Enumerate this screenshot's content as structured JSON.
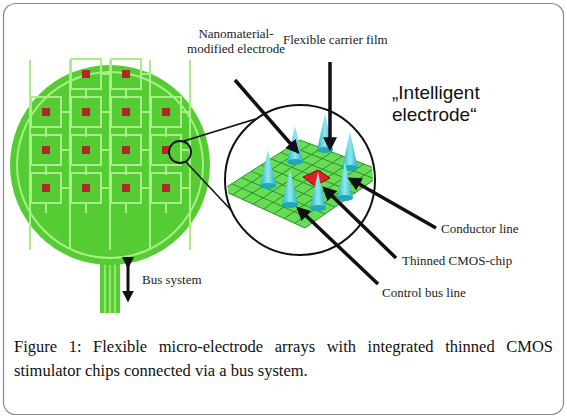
{
  "diagram": {
    "caption": "Figure 1: Flexible micro-electrode arrays with integrated thinned CMOS stimulator chips connected via a bus system.",
    "labels": [
      "Nanomaterial-modified electrode",
      "Flexible carrier film",
      "„Intelligent electrode“",
      "Conductor line",
      "Thinned CMOS-chip",
      "Control bus line",
      "Bus system"
    ]
  }
}
